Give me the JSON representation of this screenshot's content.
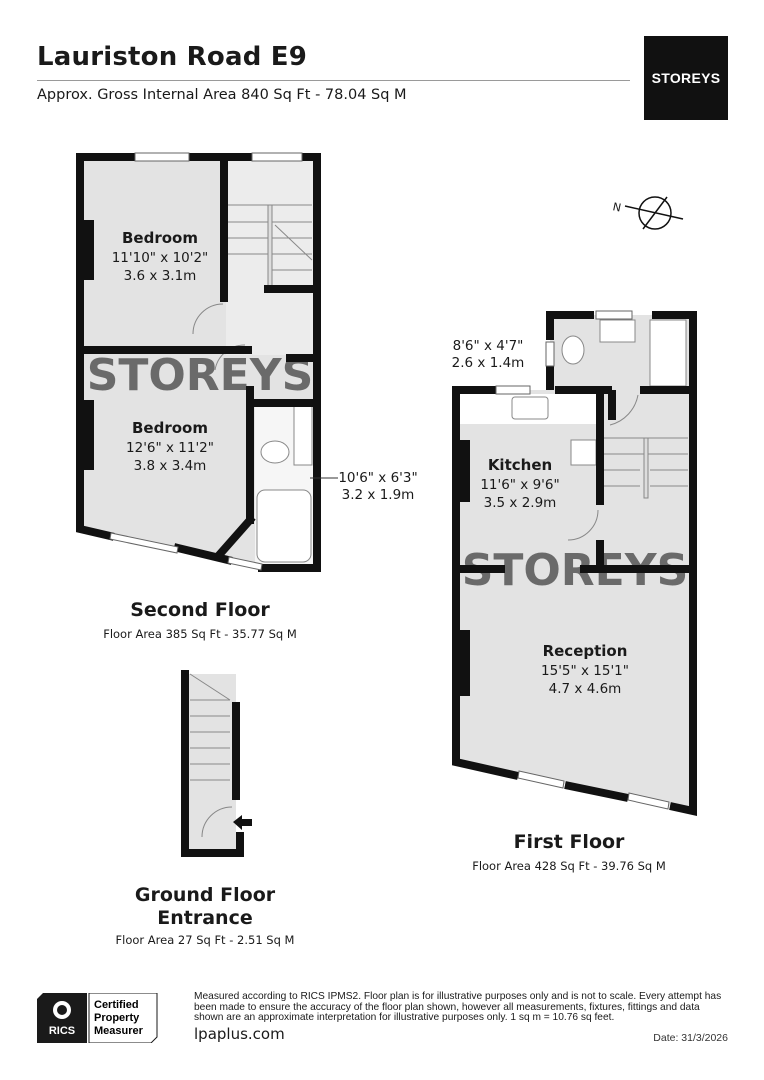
{
  "header": {
    "title": "Lauriston Road E9",
    "subtitle": "Approx. Gross Internal Area 840 Sq Ft - 78.04 Sq M",
    "logo_text": "STOREYS"
  },
  "compass": {
    "label": "N"
  },
  "watermark": "STOREYS",
  "floors": [
    {
      "name": "Second Floor",
      "area": "Floor Area 385 Sq Ft - 35.77 Sq M",
      "rooms": [
        {
          "name": "Bedroom",
          "imperial": "11'10\" x 10'2\"",
          "metric": "3.6 x 3.1m"
        },
        {
          "name": "Bedroom",
          "imperial": "12'6\" x 11'2\"",
          "metric": "3.8 x 3.4m"
        },
        {
          "name": "",
          "imperial": "10'6\" x 6'3\"",
          "metric": "3.2 x 1.9m"
        }
      ]
    },
    {
      "name": "Ground Floor\nEntrance",
      "name_lines": [
        "Ground Floor",
        "Entrance"
      ],
      "area": "Floor Area 27 Sq Ft - 2.51 Sq M",
      "rooms": []
    },
    {
      "name": "First Floor",
      "area": "Floor Area 428 Sq Ft - 39.76 Sq M",
      "rooms": [
        {
          "name": "",
          "imperial": "8'6\" x 4'7\"",
          "metric": "2.6 x 1.4m"
        },
        {
          "name": "Kitchen",
          "imperial": "11'6\" x 9'6\"",
          "metric": "3.5 x 2.9m"
        },
        {
          "name": "Reception",
          "imperial": "15'5\" x 15'1\"",
          "metric": "4.7 x 4.6m"
        }
      ]
    }
  ],
  "footer": {
    "rics_logo": "RICS",
    "badge_lines": [
      "Certified",
      "Property",
      "Measurer"
    ],
    "disclaimer": "Measured according to RICS IPMS2. Floor plan is for illustrative purposes only and is not to scale. Every attempt has been made to ensure the accuracy of the floor plan shown, however all measurements, fixtures, fittings and data shown are an approximate interpretation for illustrative purposes only. 1 sq m = 10.76 sq feet.",
    "website": "lpaplus.com",
    "date": "Date: 31/3/2026"
  }
}
